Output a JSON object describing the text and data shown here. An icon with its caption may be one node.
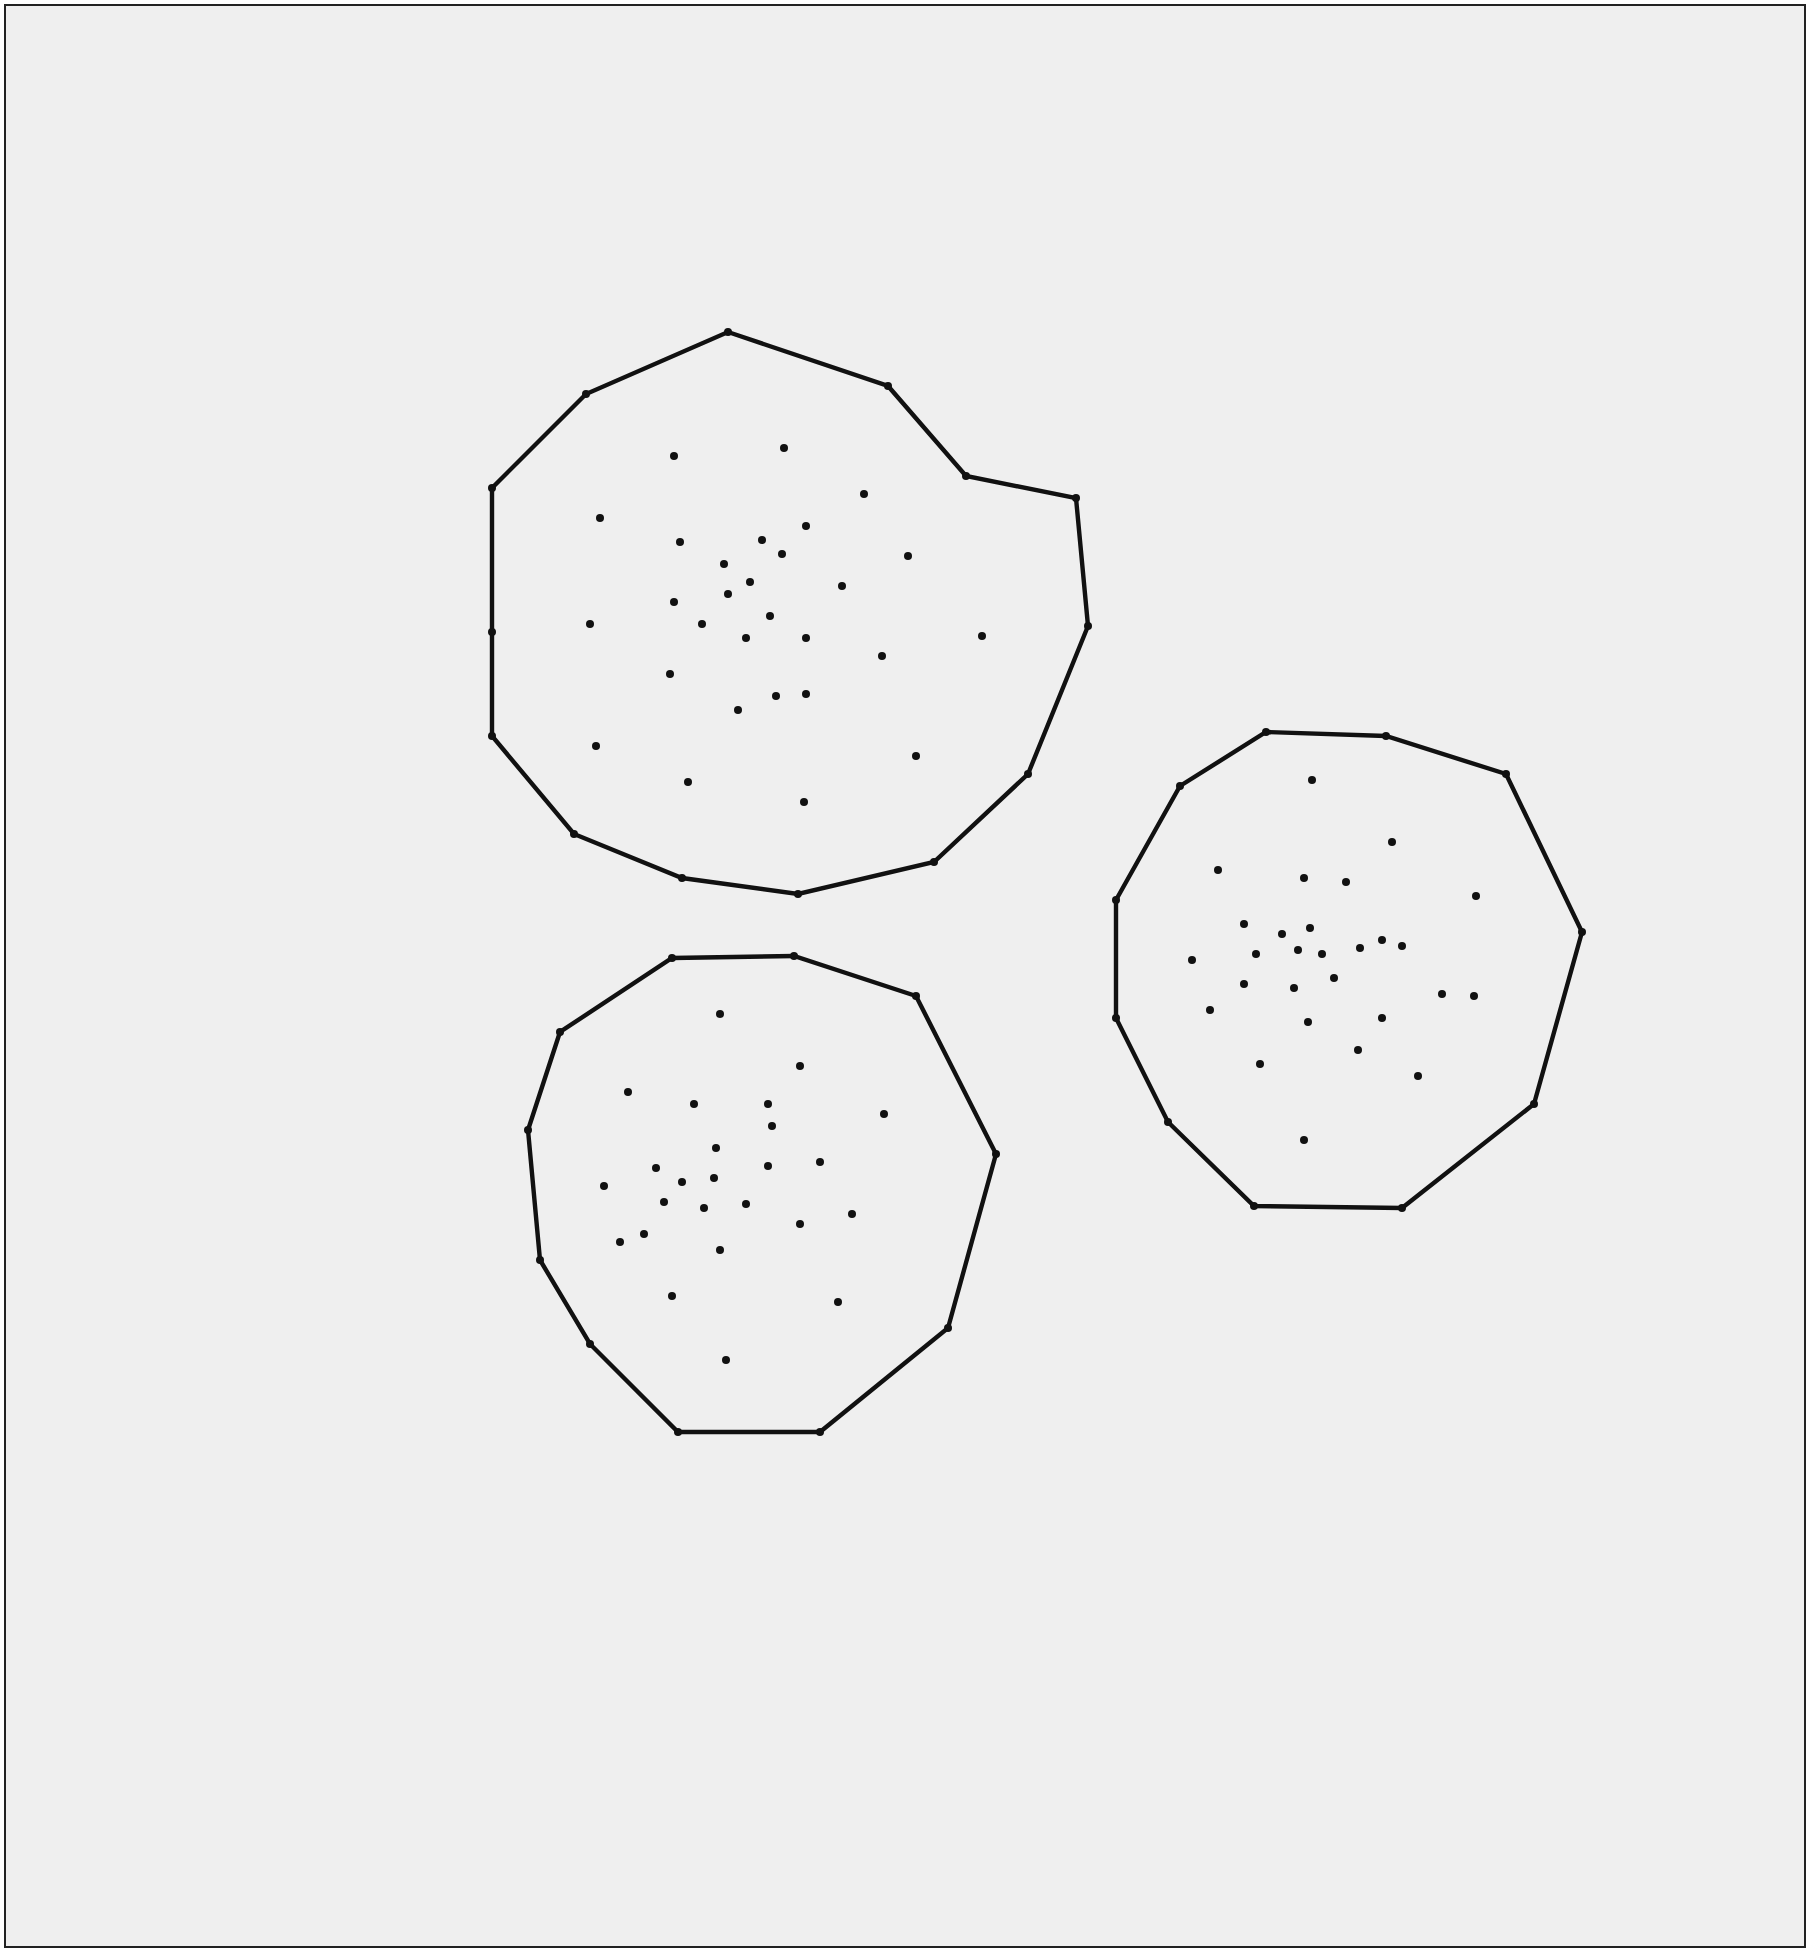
{
  "diagram": {
    "nodes": [
      {
        "text": [],
        "shape": "polygon"
      },
      {
        "text": [],
        "shape": "polygon"
      },
      {
        "text": [],
        "shape": "polygon"
      }
    ]
  }
}
